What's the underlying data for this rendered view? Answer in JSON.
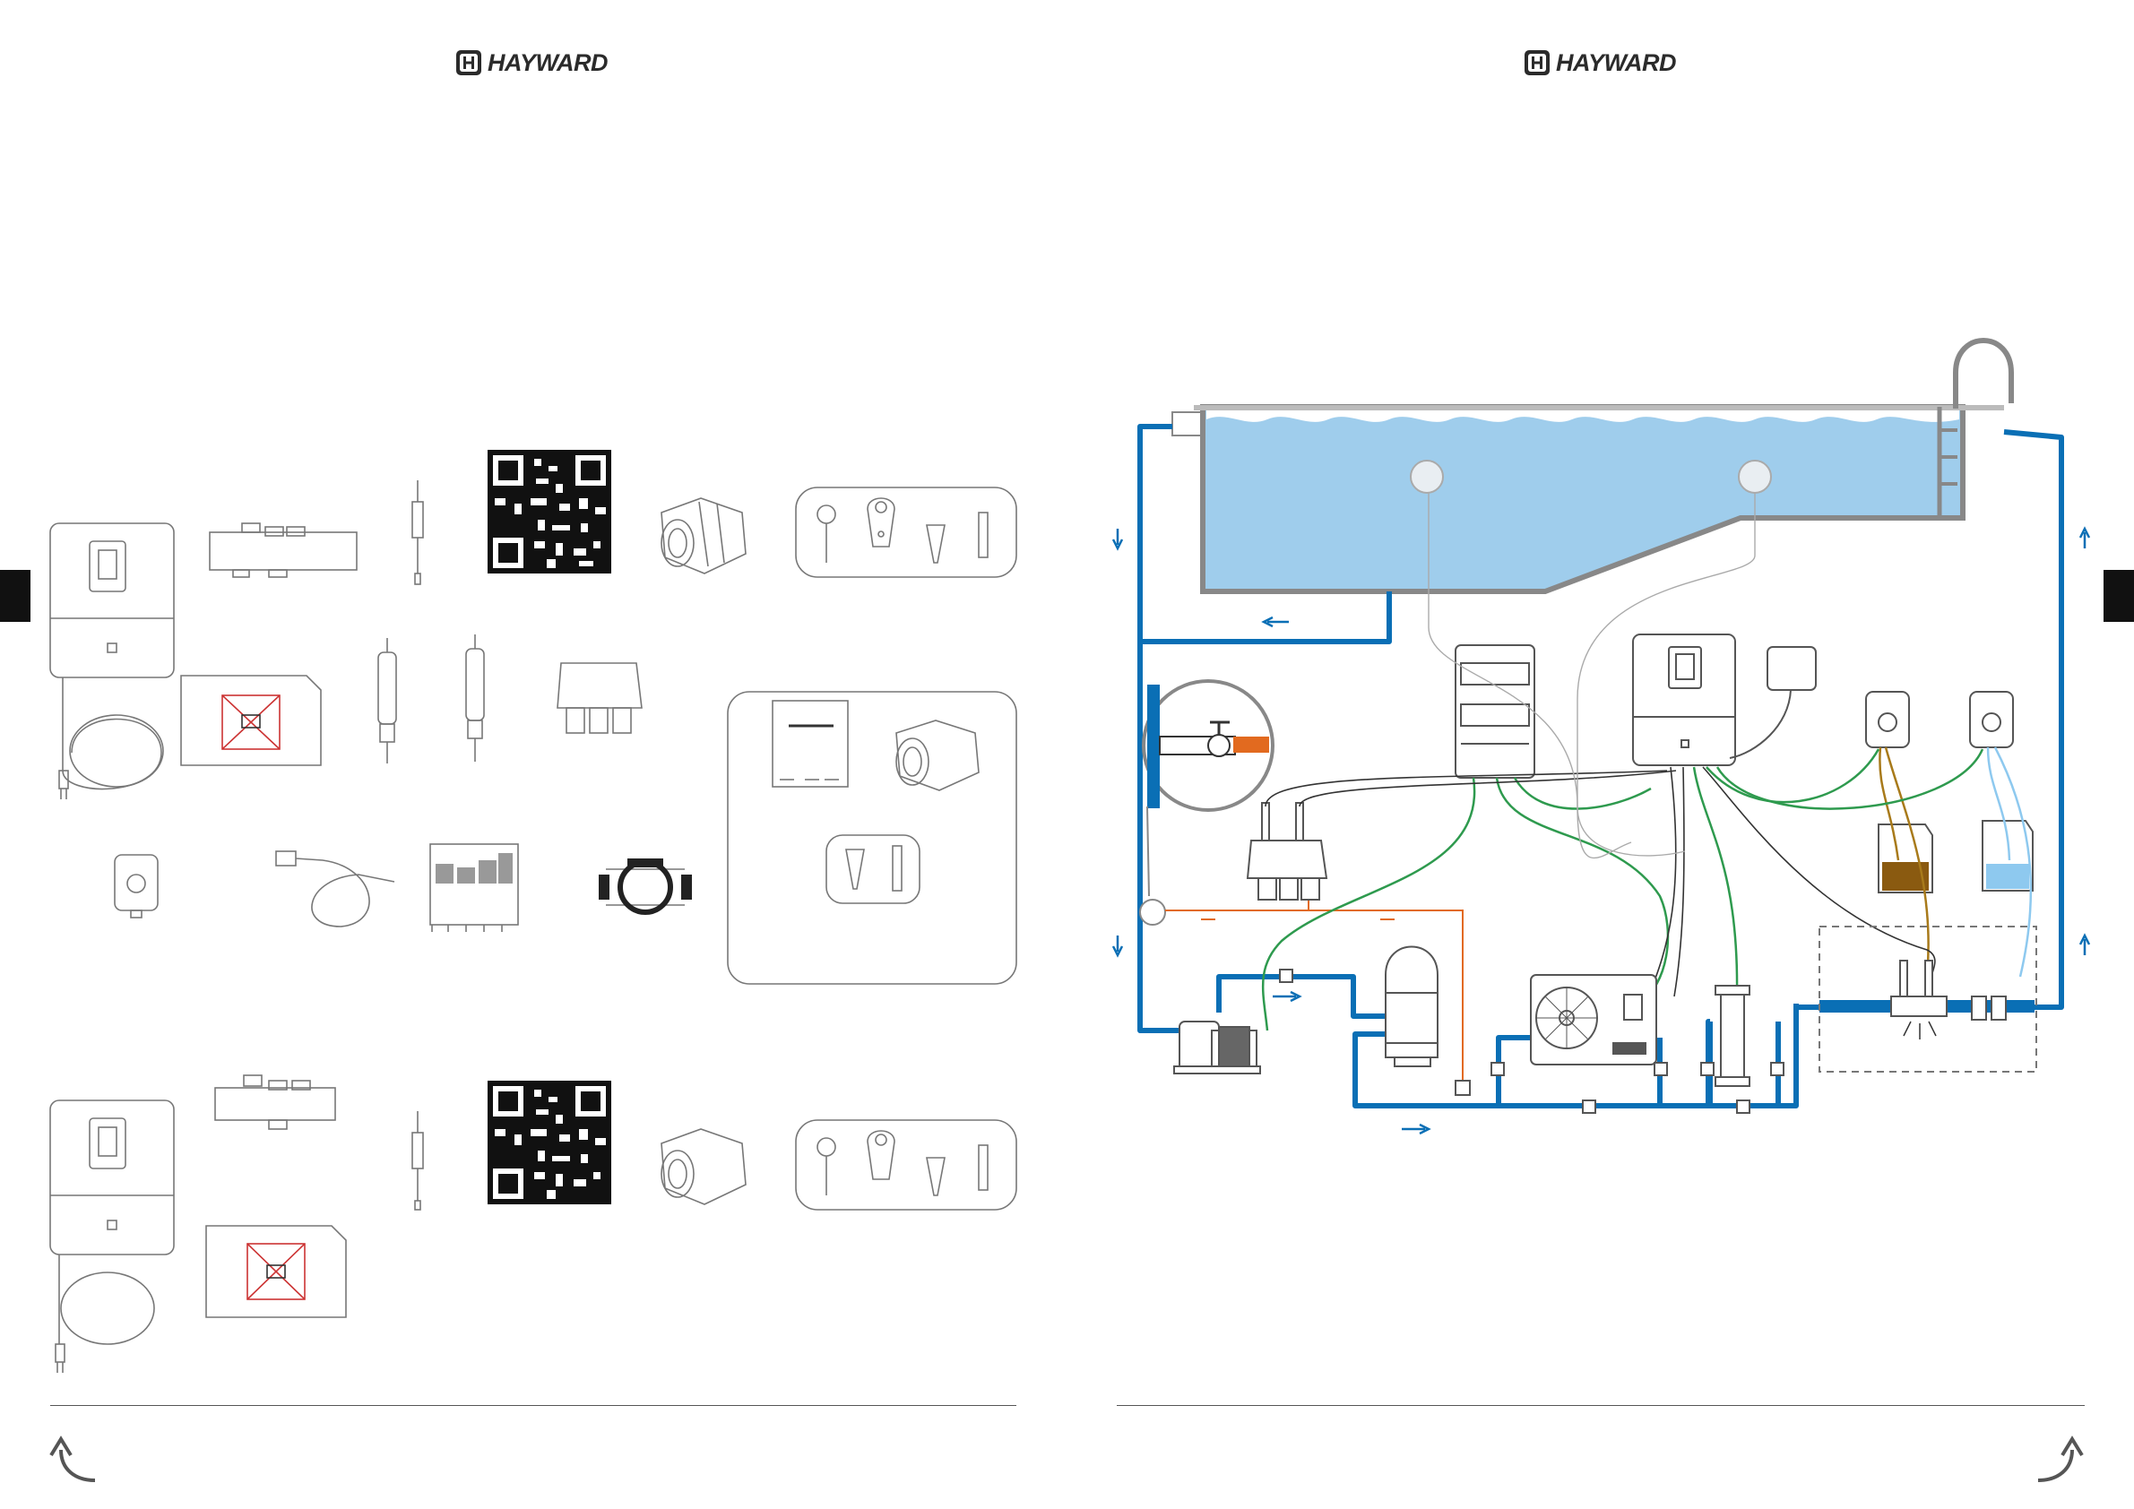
{
  "header": {
    "left_logo_text": "HAYWARD",
    "right_logo_text": "HAYWARD"
  },
  "icons": {
    "logo_mark": "hayward-emblem-icon",
    "prev_page": "curved-arrow-back-icon",
    "next_page": "curved-arrow-forward-icon",
    "flow_arrow": "flow-direction-arrow-icon"
  },
  "colors": {
    "water_pipe": "#0a6fb5",
    "pool_water": "#9fcdec",
    "green_tube": "#2e9a4e",
    "orange_tube": "#e26a1f",
    "brown_tube": "#a87a1a",
    "light_blue_tube": "#8ec9ef",
    "line_art": "#555555",
    "page_tab": "#111111"
  },
  "diagram": {
    "flow_arrow_count": 7
  }
}
